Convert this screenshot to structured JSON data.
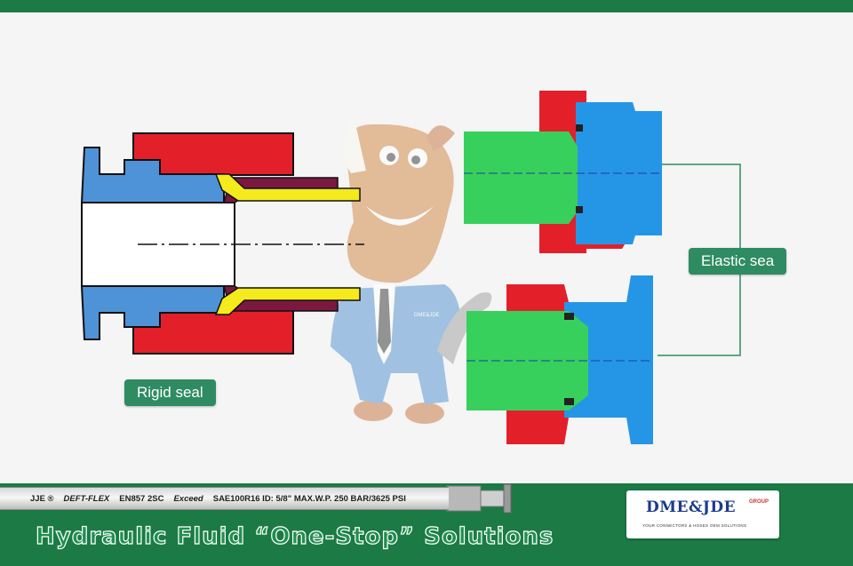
{
  "labels": {
    "rigid_seal": "Rigid seal",
    "elastic_seal": "Elastic sea"
  },
  "hose_print": {
    "brand": "JJE ®",
    "series": "DEFT-FLEX",
    "standard": "EN857 2SC",
    "grade": "Exceed",
    "spec": "SAE100R16 ID: 5/8\" MAX.W.P. 250 BAR/3625 PSI"
  },
  "mascot": {
    "jacket_text": "DME&JDE"
  },
  "logo": {
    "name": "DME&JDE",
    "group": "GROUP",
    "tagline": "YOUR CONNECTORS & HOSES OEM SOLUTIONS"
  },
  "footer": {
    "slogan": "Hydraulic Fluid  “One-Stop” Solutions"
  },
  "colors": {
    "nut_red": "#e3202a",
    "body_blue": "#4e93d8",
    "elastic_blue": "#2596e6",
    "tube_green": "#38d05c",
    "seal_yellow": "#f4ea1c",
    "seal_maroon": "#7a1840",
    "badge_green": "#2e8b62",
    "frame_green": "#1c7a45"
  }
}
